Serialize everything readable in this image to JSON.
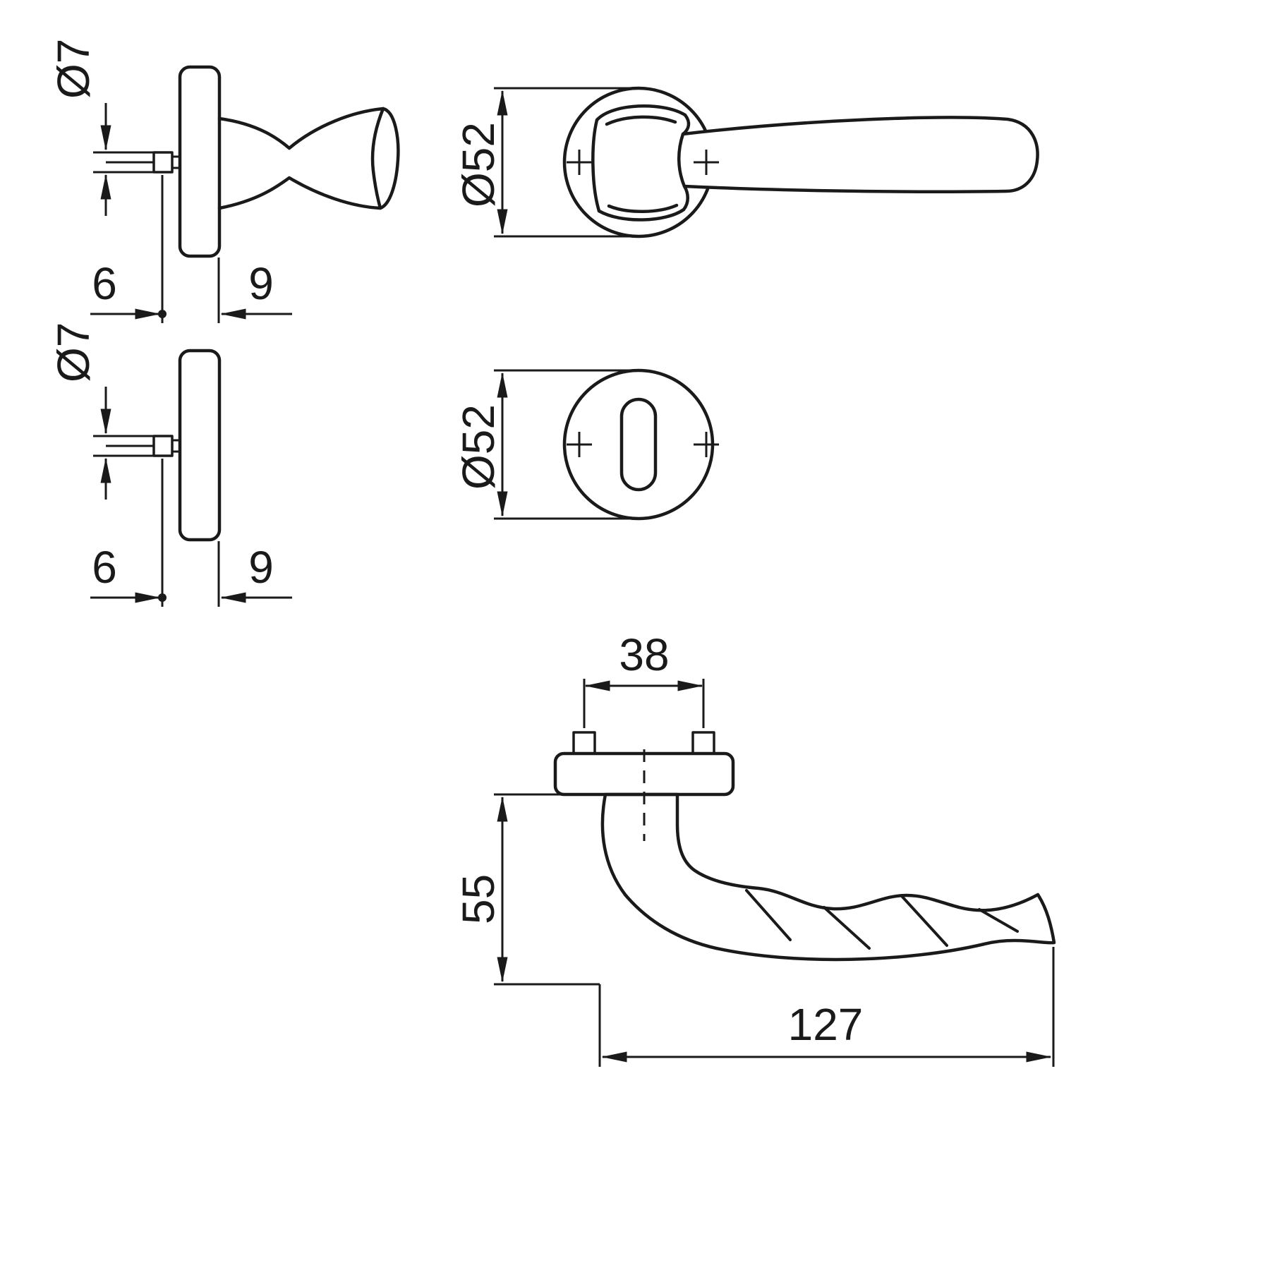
{
  "colors": {
    "line": "#1a1a1a",
    "background": "#ffffff"
  },
  "views": {
    "lever_rose_side": {
      "spindle_dia": "Ø7",
      "backset": "6",
      "thickness": "9"
    },
    "lever_rose_front": {
      "rose_dia": "Ø52"
    },
    "key_rose_side": {
      "spindle_dia": "Ø7",
      "backset": "6",
      "thickness": "9"
    },
    "key_rose_front": {
      "rose_dia": "Ø52"
    },
    "lever_profile": {
      "screw_spacing": "38",
      "height": "55",
      "length": "127"
    }
  }
}
